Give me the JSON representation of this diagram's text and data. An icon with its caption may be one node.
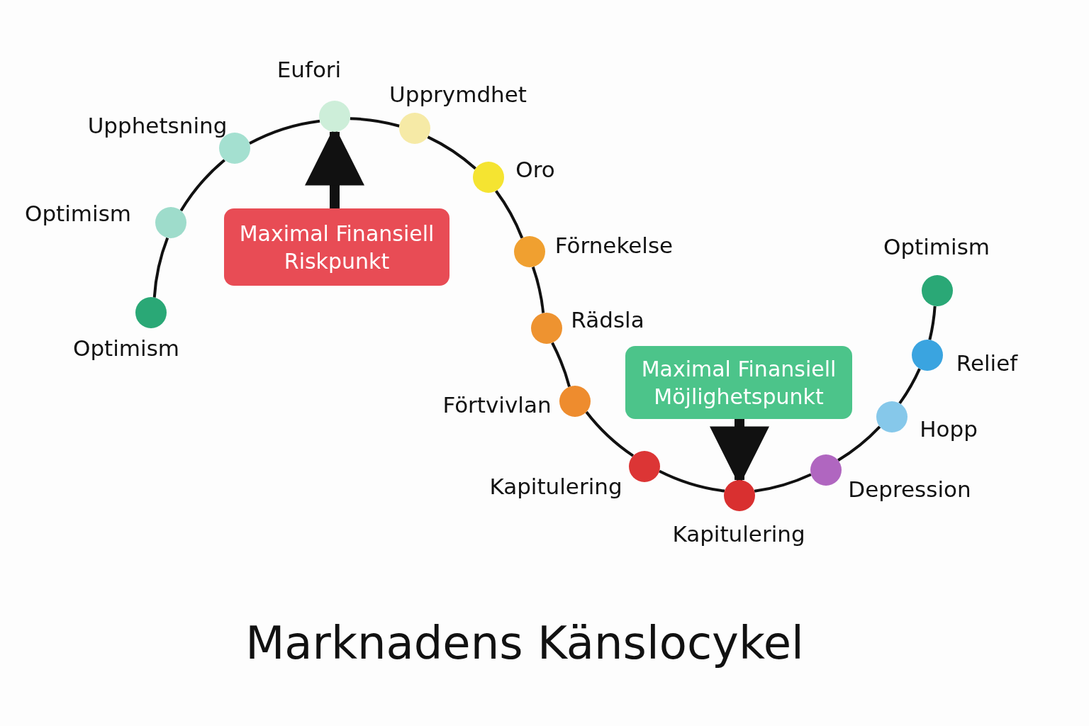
{
  "diagram": {
    "title": "Marknadens Känslocykel",
    "nodes": [
      {
        "text": [],
        "shape": "circle",
        "beside": [
          "Optimism"
        ]
      },
      {
        "text": [],
        "shape": "circle",
        "beside": [
          "Optimism"
        ]
      },
      {
        "text": [],
        "shape": "circle",
        "beside": [
          "Upphetsning"
        ]
      },
      {
        "text": [],
        "shape": "circle",
        "beside": [
          "Eufori"
        ]
      },
      {
        "text": [],
        "shape": "circle",
        "beside": [
          "Upprymdhet"
        ]
      },
      {
        "text": [],
        "shape": "circle",
        "beside": [
          "Oro"
        ]
      },
      {
        "text": [],
        "shape": "circle",
        "beside": [
          "Förnekelse"
        ]
      },
      {
        "text": [],
        "shape": "circle",
        "beside": [
          "Rädsla"
        ]
      },
      {
        "text": [],
        "shape": "circle",
        "beside": [
          "Förtvivlan"
        ]
      },
      {
        "text": [],
        "shape": "circle",
        "beside": [
          "Kapitulering"
        ]
      },
      {
        "text": [],
        "shape": "circle",
        "beside": [
          "Kapitulering"
        ]
      },
      {
        "text": [],
        "shape": "circle",
        "beside": [
          "Depression"
        ]
      },
      {
        "text": [],
        "shape": "circle",
        "beside": [
          "Hopp"
        ]
      },
      {
        "text": [],
        "shape": "circle",
        "beside": [
          "Relief"
        ]
      },
      {
        "text": [],
        "shape": "circle",
        "beside": [
          "Optimism"
        ]
      },
      {
        "text": [
          "Maximal Finansiell Riskpunkt"
        ]
      },
      {
        "text": [
          "Maximal Finansiell Möjlighetspunkt"
        ]
      }
    ],
    "edges": [
      {
        "from": 0,
        "to": 1,
        "arrow": "none"
      },
      {
        "from": 1,
        "to": 2,
        "arrow": "none"
      },
      {
        "from": 2,
        "to": 3,
        "arrow": "none"
      },
      {
        "from": 3,
        "to": 4,
        "arrow": "none"
      },
      {
        "from": 4,
        "to": 5,
        "arrow": "none"
      },
      {
        "from": 5,
        "to": 6,
        "arrow": "none"
      },
      {
        "from": 6,
        "to": 7,
        "arrow": "none"
      },
      {
        "from": 7,
        "to": 8,
        "arrow": "none"
      },
      {
        "from": 8,
        "to": 9,
        "arrow": "none"
      },
      {
        "from": 9,
        "to": 10,
        "arrow": "none"
      },
      {
        "from": 10,
        "to": 11,
        "arrow": "none"
      },
      {
        "from": 11,
        "to": 12,
        "arrow": "none"
      },
      {
        "from": 12,
        "to": 13,
        "arrow": "none"
      },
      {
        "from": 13,
        "to": 14,
        "arrow": "none"
      },
      {
        "from": 15,
        "to": 3,
        "arrow": "to",
        "style": "thick"
      },
      {
        "from": 16,
        "to": 10,
        "arrow": "to",
        "style": "thick"
      }
    ]
  }
}
